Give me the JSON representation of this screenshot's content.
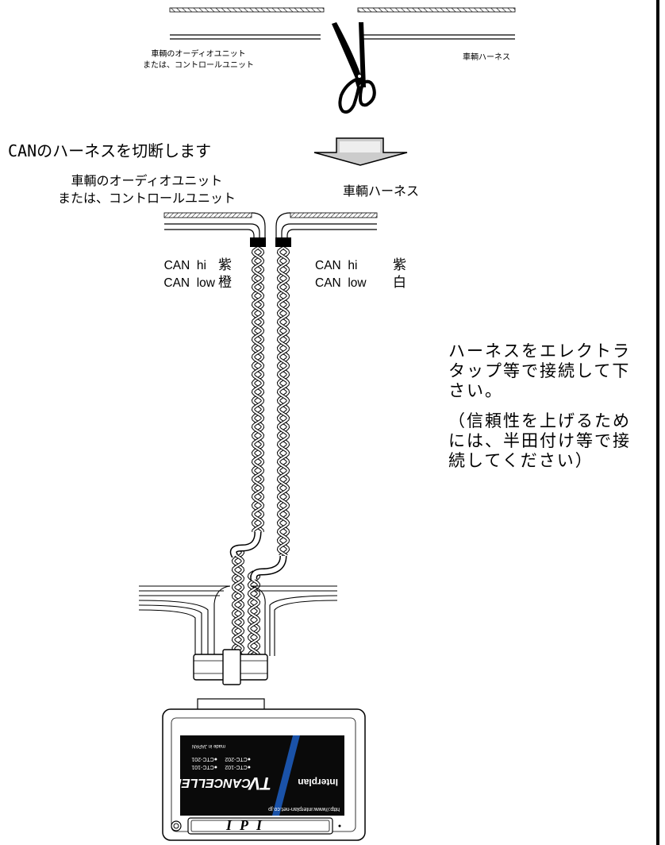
{
  "top_left_label": [
    "車輌のオーディオユニット",
    "または、コントロールユニット"
  ],
  "top_right_label": "車輌ハーネス",
  "heading": "CANのハーネスを切断します",
  "mid_left_label": [
    "車輌のオーディオユニット",
    "または、コントロールユニット"
  ],
  "mid_right_label": "車輌ハーネス",
  "left_wires": {
    "hi_label": "CAN  hi",
    "hi_color": "紫",
    "low_label": "CAN  low",
    "low_color": "橙"
  },
  "right_wires": {
    "hi_label": "CAN  hi",
    "hi_color": "紫",
    "low_label": "CAN  low",
    "low_color": "白"
  },
  "note_lines": [
    "ハーネスをエレクトラ",
    "タップ等で接続して下",
    "さい。"
  ],
  "note2_lines": [
    "（信頼性を上げるため",
    "には、半田付け等で接",
    "続してください）"
  ],
  "device": {
    "brand": "Interplan",
    "product_line1": "TV",
    "product_line2": "CANCELLER",
    "models": [
      "●CTC-102",
      "●CTC-101",
      "●CTC-202",
      "●CTC-201"
    ],
    "made_in": "made in JAPAN",
    "url": "http://www.interplan-net.co.jp",
    "logo": "IPI"
  }
}
